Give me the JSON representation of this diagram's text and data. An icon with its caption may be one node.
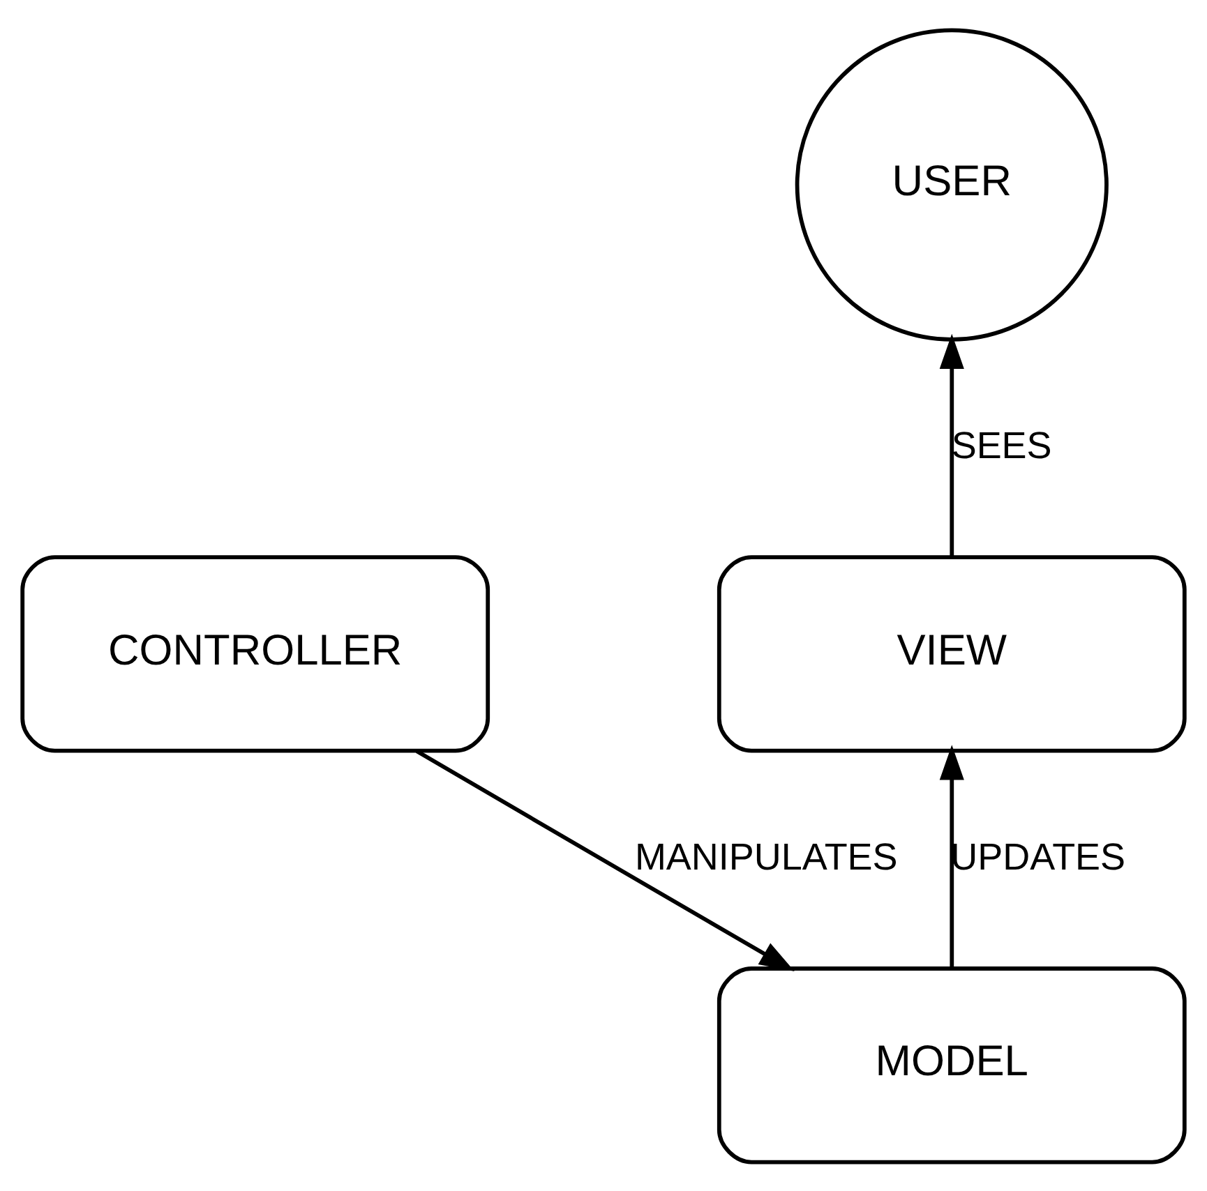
{
  "diagram": {
    "nodes": [
      {
        "text": [
          "USER"
        ]
      },
      {
        "text": [
          "VIEW"
        ]
      },
      {
        "text": [
          "CONTROLLER"
        ]
      },
      {
        "text": [
          "MODEL"
        ]
      }
    ],
    "edges": [
      {
        "from": 1,
        "to": 0,
        "arrow": "to",
        "label": "SEES"
      },
      {
        "from": 3,
        "to": 1,
        "arrow": "to",
        "label": "UPDATES"
      },
      {
        "from": 2,
        "to": 3,
        "arrow": "to",
        "label": "MANIPULATES"
      }
    ]
  }
}
